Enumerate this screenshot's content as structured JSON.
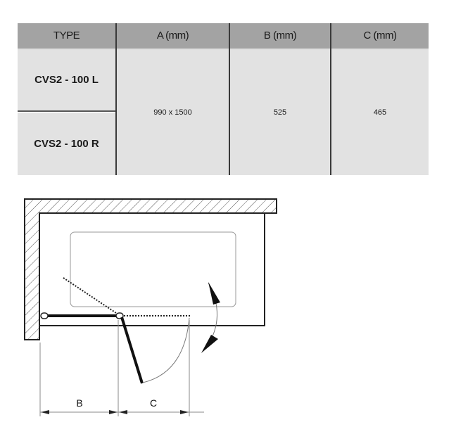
{
  "table": {
    "headers": [
      "TYPE",
      "A (mm)",
      "B (mm)",
      "C (mm)"
    ],
    "types": [
      "CVS2 - 100 L",
      "CVS2 - 100 R"
    ],
    "a_value": "990 x 1500",
    "b_value": "525",
    "c_value": "465"
  },
  "diagram": {
    "label_b": "B",
    "label_c": "C"
  }
}
